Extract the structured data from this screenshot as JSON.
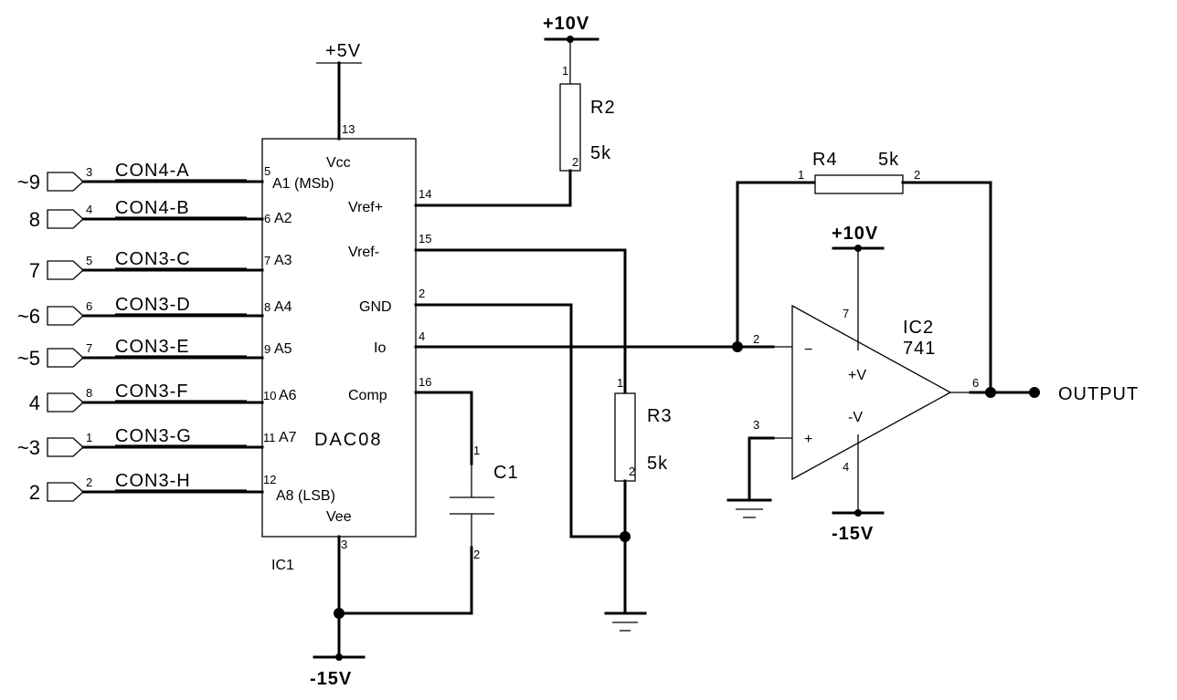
{
  "ic1": {
    "ref": "IC1",
    "part": "DAC08",
    "pins_left": [
      {
        "pin": "5",
        "name": "A1 (MSb)"
      },
      {
        "pin": "6",
        "name": "A2"
      },
      {
        "pin": "7",
        "name": "A3"
      },
      {
        "pin": "8",
        "name": "A4"
      },
      {
        "pin": "9",
        "name": "A5"
      },
      {
        "pin": "10",
        "name": "A6"
      },
      {
        "pin": "11",
        "name": "A7"
      },
      {
        "pin": "12",
        "name": "A8 (LSB)"
      }
    ],
    "pins_right": [
      {
        "pin": "14",
        "name": "Vref+"
      },
      {
        "pin": "15",
        "name": "Vref-"
      },
      {
        "pin": "2",
        "name": "GND"
      },
      {
        "pin": "4",
        "name": "Io"
      },
      {
        "pin": "16",
        "name": "Comp"
      }
    ],
    "vcc": {
      "pin": "13",
      "name": "Vcc"
    },
    "vee": {
      "pin": "3",
      "name": "Vee"
    }
  },
  "inputs": [
    {
      "num": "~9",
      "pin": "3",
      "net": "CON4-A"
    },
    {
      "num": "8",
      "pin": "4",
      "net": "CON4-B"
    },
    {
      "num": "7",
      "pin": "5",
      "net": "CON3-C"
    },
    {
      "num": "~6",
      "pin": "6",
      "net": "CON3-D"
    },
    {
      "num": "~5",
      "pin": "7",
      "net": "CON3-E"
    },
    {
      "num": "4",
      "pin": "8",
      "net": "CON3-F"
    },
    {
      "num": "~3",
      "pin": "1",
      "net": "CON3-G"
    },
    {
      "num": "2",
      "pin": "2",
      "net": "CON3-H"
    }
  ],
  "power": {
    "plus5": "+5V",
    "plus10_top": "+10V",
    "plus10_op": "+10V",
    "minus15_dac": "-15V",
    "minus15_op": "-15V"
  },
  "r2": {
    "ref": "R2",
    "value": "5k",
    "pin1": "1",
    "pin2": "2"
  },
  "r3": {
    "ref": "R3",
    "value": "5k",
    "pin1": "1",
    "pin2": "2"
  },
  "r4": {
    "ref": "R4",
    "value": "5k",
    "pin1": "1",
    "pin2": "2"
  },
  "c1": {
    "ref": "C1",
    "pin1": "1",
    "pin2": "2"
  },
  "ic2": {
    "ref": "IC2",
    "part": "741",
    "pin_inv": "2",
    "pin_noninv": "3",
    "pin_out": "6",
    "pin_vplus": "7",
    "pin_vminus": "4",
    "label_vplus": "+V",
    "label_vminus": "-V",
    "sign_minus": "−",
    "sign_plus": "+"
  },
  "output_label": "OUTPUT"
}
